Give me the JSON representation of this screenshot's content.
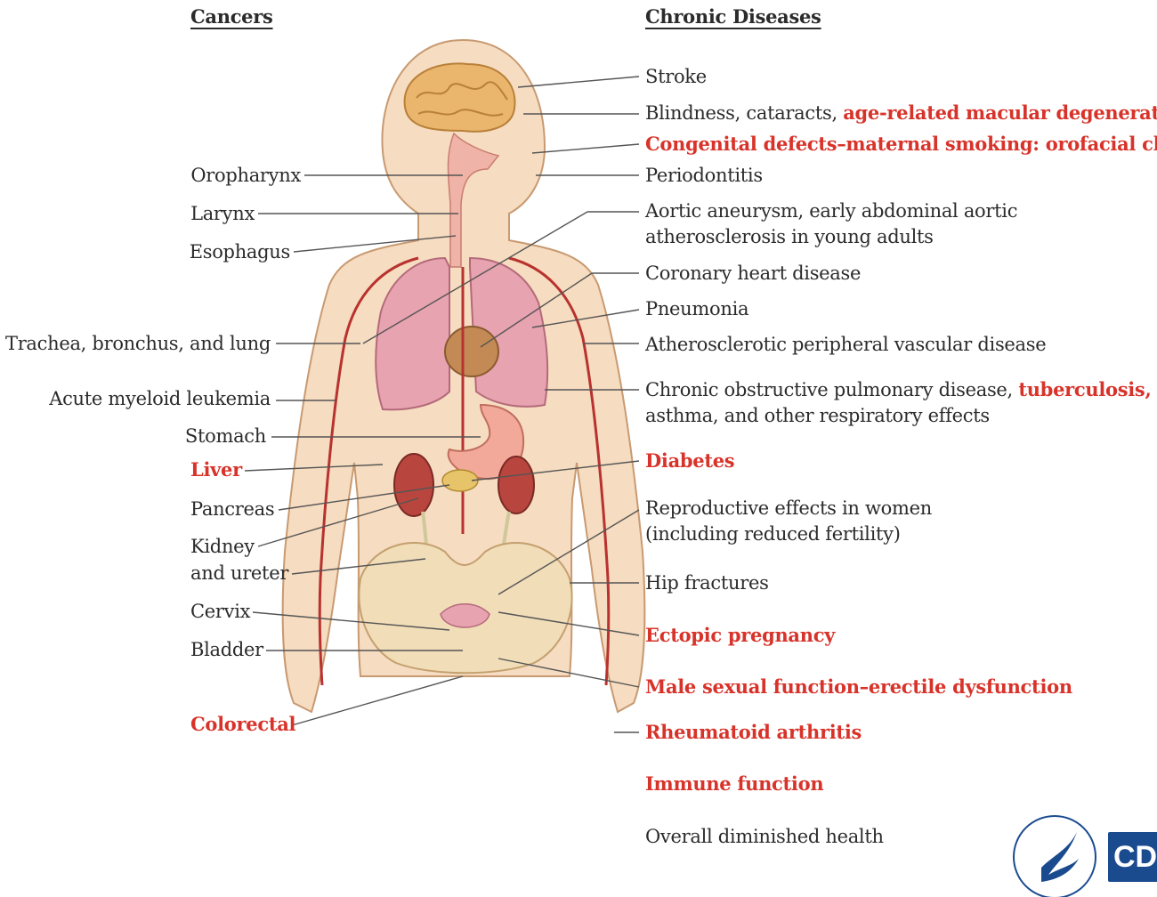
{
  "headers": {
    "cancers": "Cancers",
    "chronic": "Chronic Diseases"
  },
  "cancers": [
    {
      "id": "oropharynx",
      "text": "Oropharynx",
      "emphasis": false
    },
    {
      "id": "larynx",
      "text": "Larynx",
      "emphasis": false
    },
    {
      "id": "esophagus",
      "text": "Esophagus",
      "emphasis": false
    },
    {
      "id": "lung",
      "text": "Trachea, bronchus, and lung",
      "emphasis": false
    },
    {
      "id": "aml",
      "text": "Acute myeloid leukemia",
      "emphasis": false
    },
    {
      "id": "stomach",
      "text": "Stomach",
      "emphasis": false
    },
    {
      "id": "liver",
      "text": "Liver",
      "emphasis": true
    },
    {
      "id": "pancreas",
      "text": "Pancreas",
      "emphasis": false
    },
    {
      "id": "kidney",
      "text": "Kidney",
      "emphasis": false
    },
    {
      "id": "ureter",
      "text": "and ureter",
      "emphasis": false
    },
    {
      "id": "cervix",
      "text": "Cervix",
      "emphasis": false
    },
    {
      "id": "bladder",
      "text": "Bladder",
      "emphasis": false
    },
    {
      "id": "colorectal",
      "text": "Colorectal",
      "emphasis": true
    }
  ],
  "chronic": {
    "stroke": "Stroke",
    "blind_a": "Blindness, cataracts, ",
    "blind_b": "age-related macular degeneration",
    "congenital": "Congenital defects–maternal smoking: orofacial clefts",
    "periodontitis": "Periodontitis",
    "aortic_1": "Aortic aneurysm, early abdominal aortic",
    "aortic_2": "atherosclerosis in young adults",
    "coronary": "Coronary heart disease",
    "pneumonia": "Pneumonia",
    "pvd": "Atherosclerotic peripheral vascular disease",
    "copd_a": "Chronic obstructive pulmonary disease, ",
    "copd_b": "tuberculosis,",
    "copd_2": "asthma, and other respiratory effects",
    "diabetes": "Diabetes",
    "repro_1": "Reproductive effects in women",
    "repro_2": "(including reduced fertility)",
    "hip": "Hip fractures",
    "ectopic": "Ectopic pregnancy",
    "male": "Male sexual function–erectile dysfunction",
    "ra": "Rheumatoid arthritis",
    "immune": "Immune function",
    "overall": "Overall diminished health"
  },
  "logos": {
    "cdc": "CDC"
  },
  "colors": {
    "emphasis": "#d8332a",
    "text": "#2b2b2b",
    "leader": "#555555",
    "skin": "#f6dcc0",
    "skin_outline": "#c89a72",
    "lung": "#e7a3b0",
    "artery": "#b8322f",
    "cdc_blue": "#1a4b8f"
  }
}
